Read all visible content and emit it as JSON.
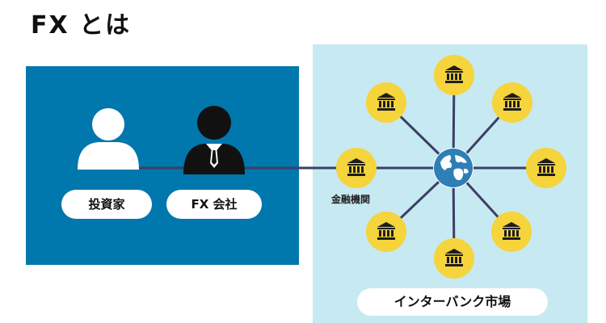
{
  "title": "FX とは",
  "client_side": {
    "investor_label": "投資家",
    "broker_label": "FX 会社"
  },
  "market": {
    "institution_caption": "金融機関",
    "market_label": "インターバンク市場"
  },
  "colors": {
    "client_panel": "#0077ad",
    "market_panel": "#c7e9f1",
    "bank_node": "#f5d43c",
    "bank_icon": "#1d1d1d",
    "link_line": "#3a3f66",
    "globe": "#2d7fb5",
    "investor_icon": "#ffffff",
    "broker_icon": "#111111"
  },
  "icons": {
    "bank": "bank-building-icon",
    "globe": "globe-icon",
    "investor": "person-icon",
    "broker": "businessman-icon"
  }
}
